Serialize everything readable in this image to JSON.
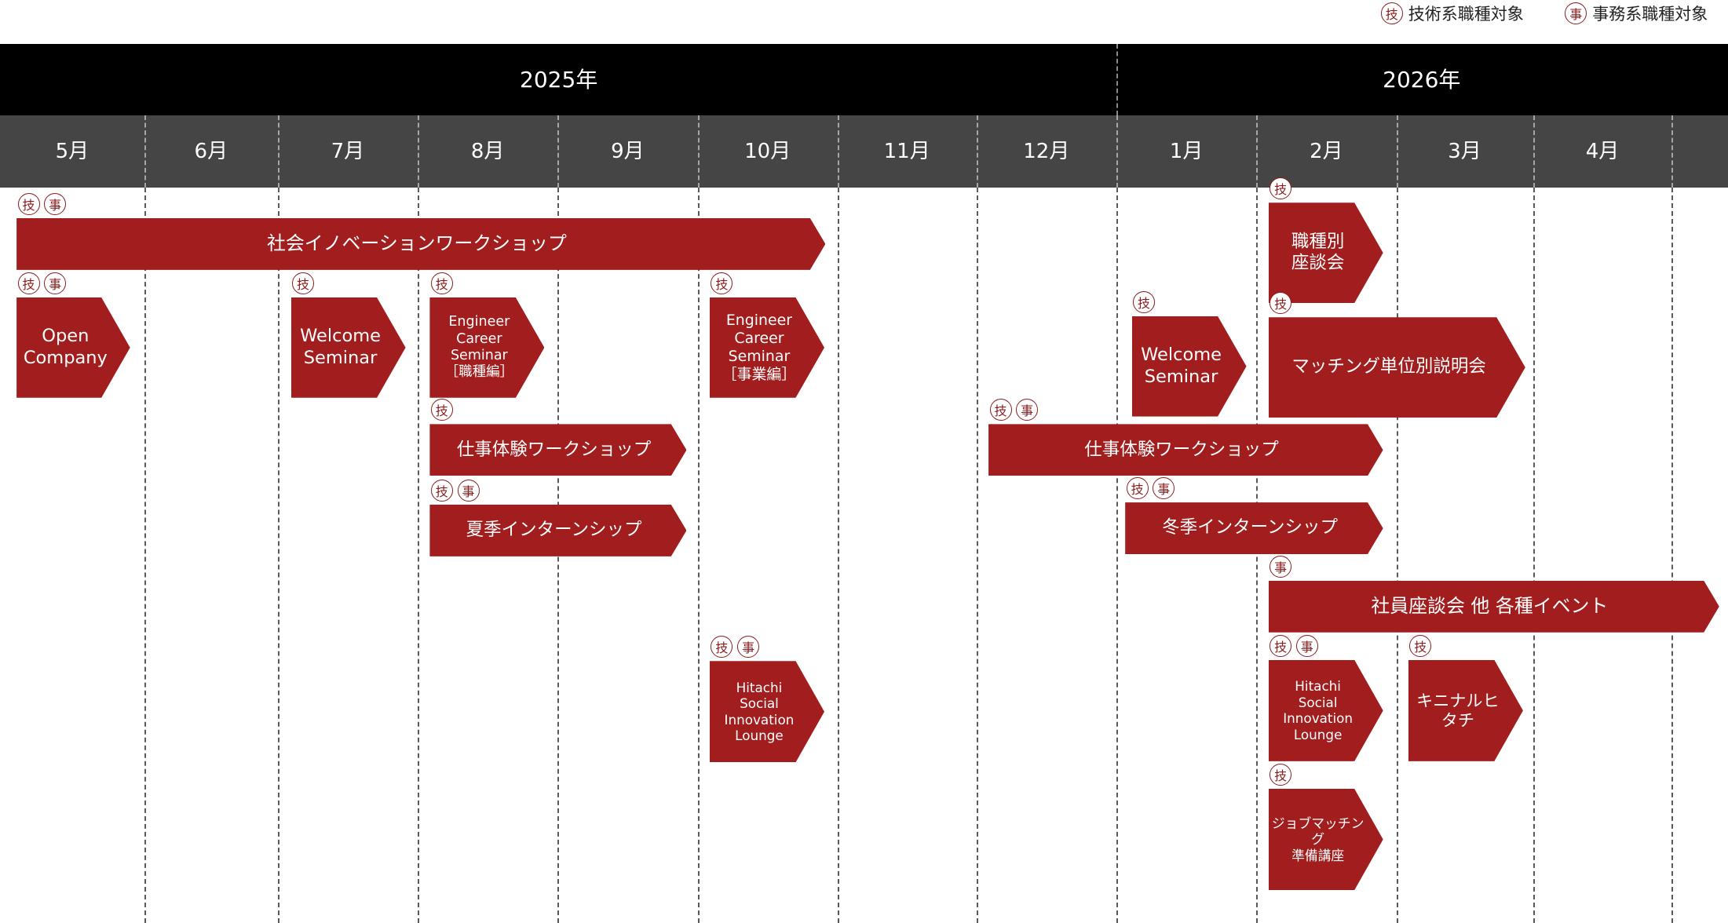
{
  "legend": [
    {
      "badge": "技",
      "label": "技術系職種対象"
    },
    {
      "badge": "事",
      "label": "事務系職種対象"
    }
  ],
  "years": [
    "2025年",
    "2026年"
  ],
  "months": [
    "5月",
    "6月",
    "7月",
    "8月",
    "9月",
    "10月",
    "11月",
    "12月",
    "1月",
    "2月",
    "3月",
    "4月"
  ],
  "events": [
    {
      "label": "社会イノベーションワークショップ",
      "badges": [
        "技",
        "事"
      ]
    },
    {
      "label": "Open\nCompany",
      "badges": [
        "技",
        "事"
      ]
    },
    {
      "label": "Welcome\nSeminar",
      "badges": [
        "技"
      ]
    },
    {
      "label": "Engineer\nCareer Seminar\n［職種編］",
      "badges": [
        "技"
      ]
    },
    {
      "label": "Engineer\nCareer Seminar\n［事業編］",
      "badges": [
        "技"
      ]
    },
    {
      "label": "仕事体験ワークショップ",
      "badges": [
        "技"
      ]
    },
    {
      "label": "夏季インターンシップ",
      "badges": [
        "技",
        "事"
      ]
    },
    {
      "label": "Hitachi\nSocial Innovation\nLounge",
      "badges": [
        "技",
        "事"
      ]
    },
    {
      "label": "職種別\n座談会",
      "badges": [
        "技"
      ]
    },
    {
      "label": "Welcome\nSeminar",
      "badges": [
        "技"
      ]
    },
    {
      "label": "マッチング単位別説明会",
      "badges": [
        "技"
      ]
    },
    {
      "label": "仕事体験ワークショップ",
      "badges": [
        "技",
        "事"
      ]
    },
    {
      "label": "冬季インターンシップ",
      "badges": [
        "技",
        "事"
      ]
    },
    {
      "label": "社員座談会 他 各種イベント",
      "badges": [
        "事"
      ]
    },
    {
      "label": "Hitachi\nSocial Innovation\nLounge",
      "badges": [
        "技",
        "事"
      ]
    },
    {
      "label": "キニナルヒタチ",
      "badges": [
        "技"
      ]
    },
    {
      "label": "ジョブマッチング\n準備講座",
      "badges": [
        "技"
      ]
    }
  ]
}
